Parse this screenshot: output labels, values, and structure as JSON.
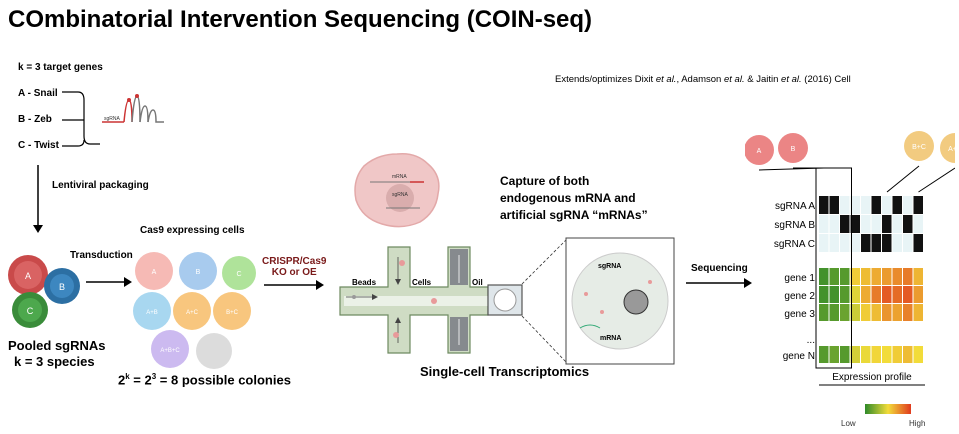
{
  "title": "COmbinatorial Intervention Sequencing (COIN-seq)",
  "citation": {
    "prefix": "Extends/optimizes Dixit ",
    "etal1": "et al.",
    "mid1": ", Adamson ",
    "etal2": "et al.",
    "mid2": " & Jaitin ",
    "etal3": "et al.",
    "suffix": " (2016) Cell"
  },
  "targets": {
    "header": "k = 3 target genes",
    "genes": [
      "A - Snail",
      "B - Zeb",
      "C - Twist"
    ],
    "sgrna_label": "sgRNA"
  },
  "steps": {
    "lentiviral": "Lentiviral packaging",
    "transduction": "Transduction",
    "cas9": "Cas9 expressing  cells",
    "crispr_line1": "CRISPR/Cas9",
    "crispr_line2": "KO or OE",
    "sequencing": "Sequencing"
  },
  "pooled": {
    "line1": "Pooled sgRNAs",
    "line2": "k = 3 species",
    "virus_labels": [
      "A",
      "B",
      "C"
    ]
  },
  "colonies": {
    "p1": "2",
    "sup1": "k",
    "p2": " = 2",
    "sup2": "3",
    "p3": " = 8  possible colonies"
  },
  "capture": {
    "line1": "Capture of both",
    "line2": "endogenous mRNA and",
    "line3": "artificial sgRNA “mRNAs”"
  },
  "cell_labels": {
    "mrna": "mRNA",
    "sgrna": "sgRNA"
  },
  "chip": {
    "beads": "Beads",
    "cells": "Cells",
    "oil": "Oil"
  },
  "droplet": {
    "sgrna": "sgRNA",
    "mrna": "mRNA"
  },
  "sc_label": "Single-cell Transcriptomics",
  "heatmap": {
    "sgrna_rows": [
      "sgRNA A",
      "sgRNA B",
      "sgRNA C"
    ],
    "gene_rows": [
      "gene 1",
      "gene 2",
      "gene 3",
      "...",
      "gene N"
    ],
    "footer": "Expression profile",
    "legend_low": "Low",
    "legend_high": "High",
    "colors": {
      "on": "#111111",
      "off": "#e8f4f6",
      "low": "#3a9a2e",
      "high": "#e04424"
    },
    "sgrna_matrix": [
      [
        1,
        1,
        0,
        0,
        0,
        1,
        0,
        1,
        0,
        1
      ],
      [
        0,
        0,
        1,
        1,
        0,
        0,
        1,
        0,
        1,
        0
      ],
      [
        0,
        0,
        0,
        0,
        1,
        1,
        1,
        0,
        0,
        1
      ]
    ],
    "expr_matrix": [
      [
        0.05,
        0.1,
        0.1,
        0.55,
        0.6,
        0.65,
        0.7,
        0.75,
        0.8,
        0.62
      ],
      [
        0.05,
        0.05,
        0.1,
        0.45,
        0.65,
        0.8,
        0.9,
        0.85,
        0.9,
        0.7
      ],
      [
        0.1,
        0.1,
        0.15,
        0.4,
        0.55,
        0.6,
        0.72,
        0.68,
        0.78,
        0.62
      ],
      [
        0.1,
        0.15,
        0.1,
        0.42,
        0.48,
        0.52,
        0.5,
        0.55,
        0.6,
        0.5
      ]
    ],
    "top_cells": [
      "A",
      "B",
      "B+C",
      "A+C"
    ]
  },
  "cas9_colony_labels": [
    "A",
    "B",
    "C",
    "A+B",
    "A+C",
    "B+C",
    "A+B+C"
  ]
}
